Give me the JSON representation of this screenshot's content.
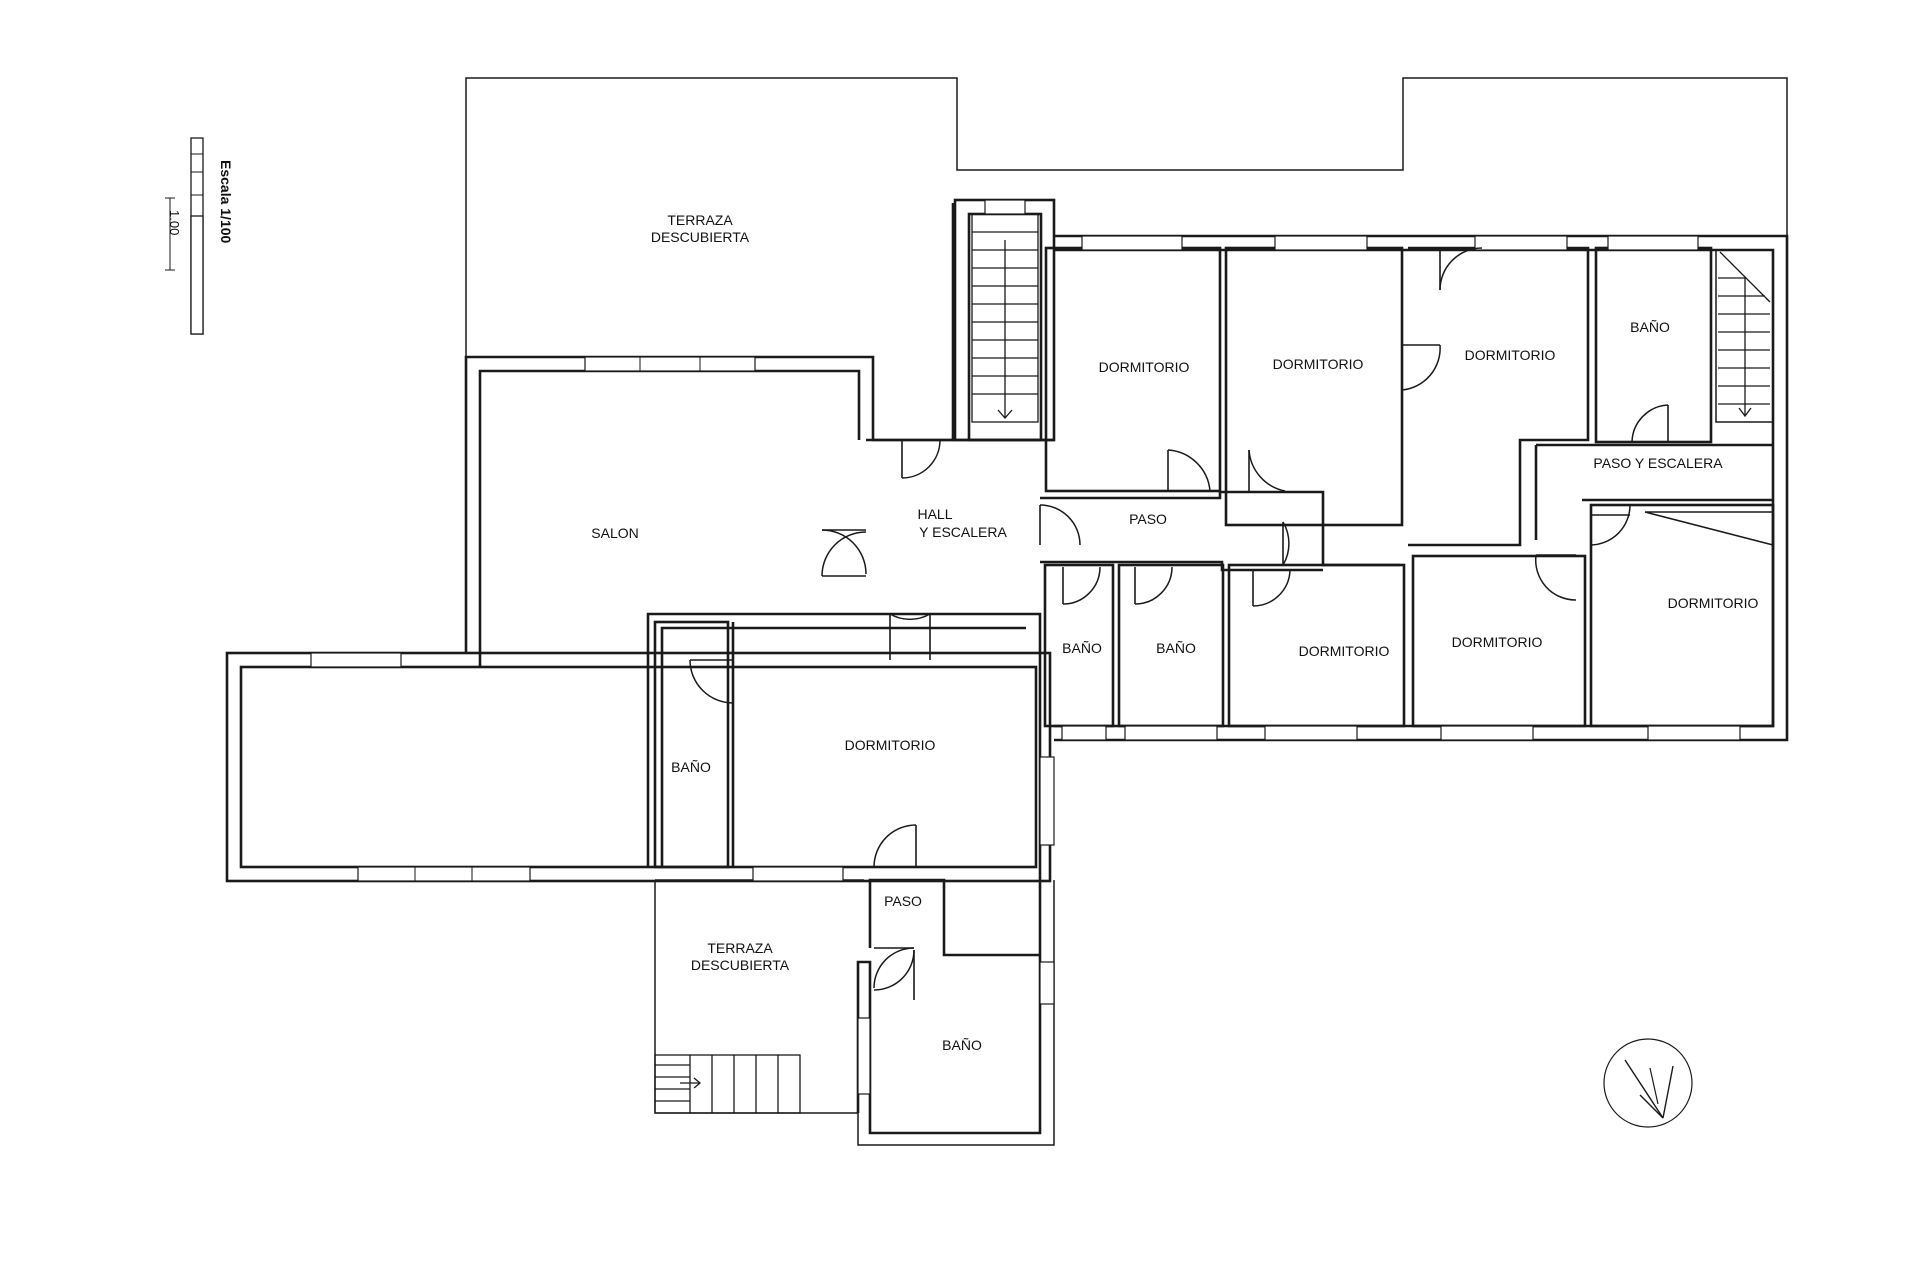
{
  "plan": {
    "scale_label": "Escala 1/100",
    "scale_measure": "1.00",
    "rooms": {
      "terraza_norte": "TERRAZA\nDESCUBIERTA",
      "salon": "SALON",
      "hall": "HALL\nY ESCALERA",
      "paso_central": "PASO",
      "dormitorio_1": "DORMITORIO",
      "dormitorio_2": "DORMITORIO",
      "dormitorio_3": "DORMITORIO",
      "bano_ne": "BAÑO",
      "paso_escalera": "PASO Y ESCALERA",
      "bano_a": "BAÑO",
      "bano_b": "BAÑO",
      "dormitorio_4": "DORMITORIO",
      "dormitorio_5": "DORMITORIO",
      "dormitorio_6": "DORMITORIO",
      "bano_sw": "BAÑO",
      "dormitorio_sw": "DORMITORIO",
      "paso_sur": "PASO",
      "terraza_sur": "TERRAZA\nDESCUBIERTA",
      "bano_sur": "BAÑO"
    }
  }
}
